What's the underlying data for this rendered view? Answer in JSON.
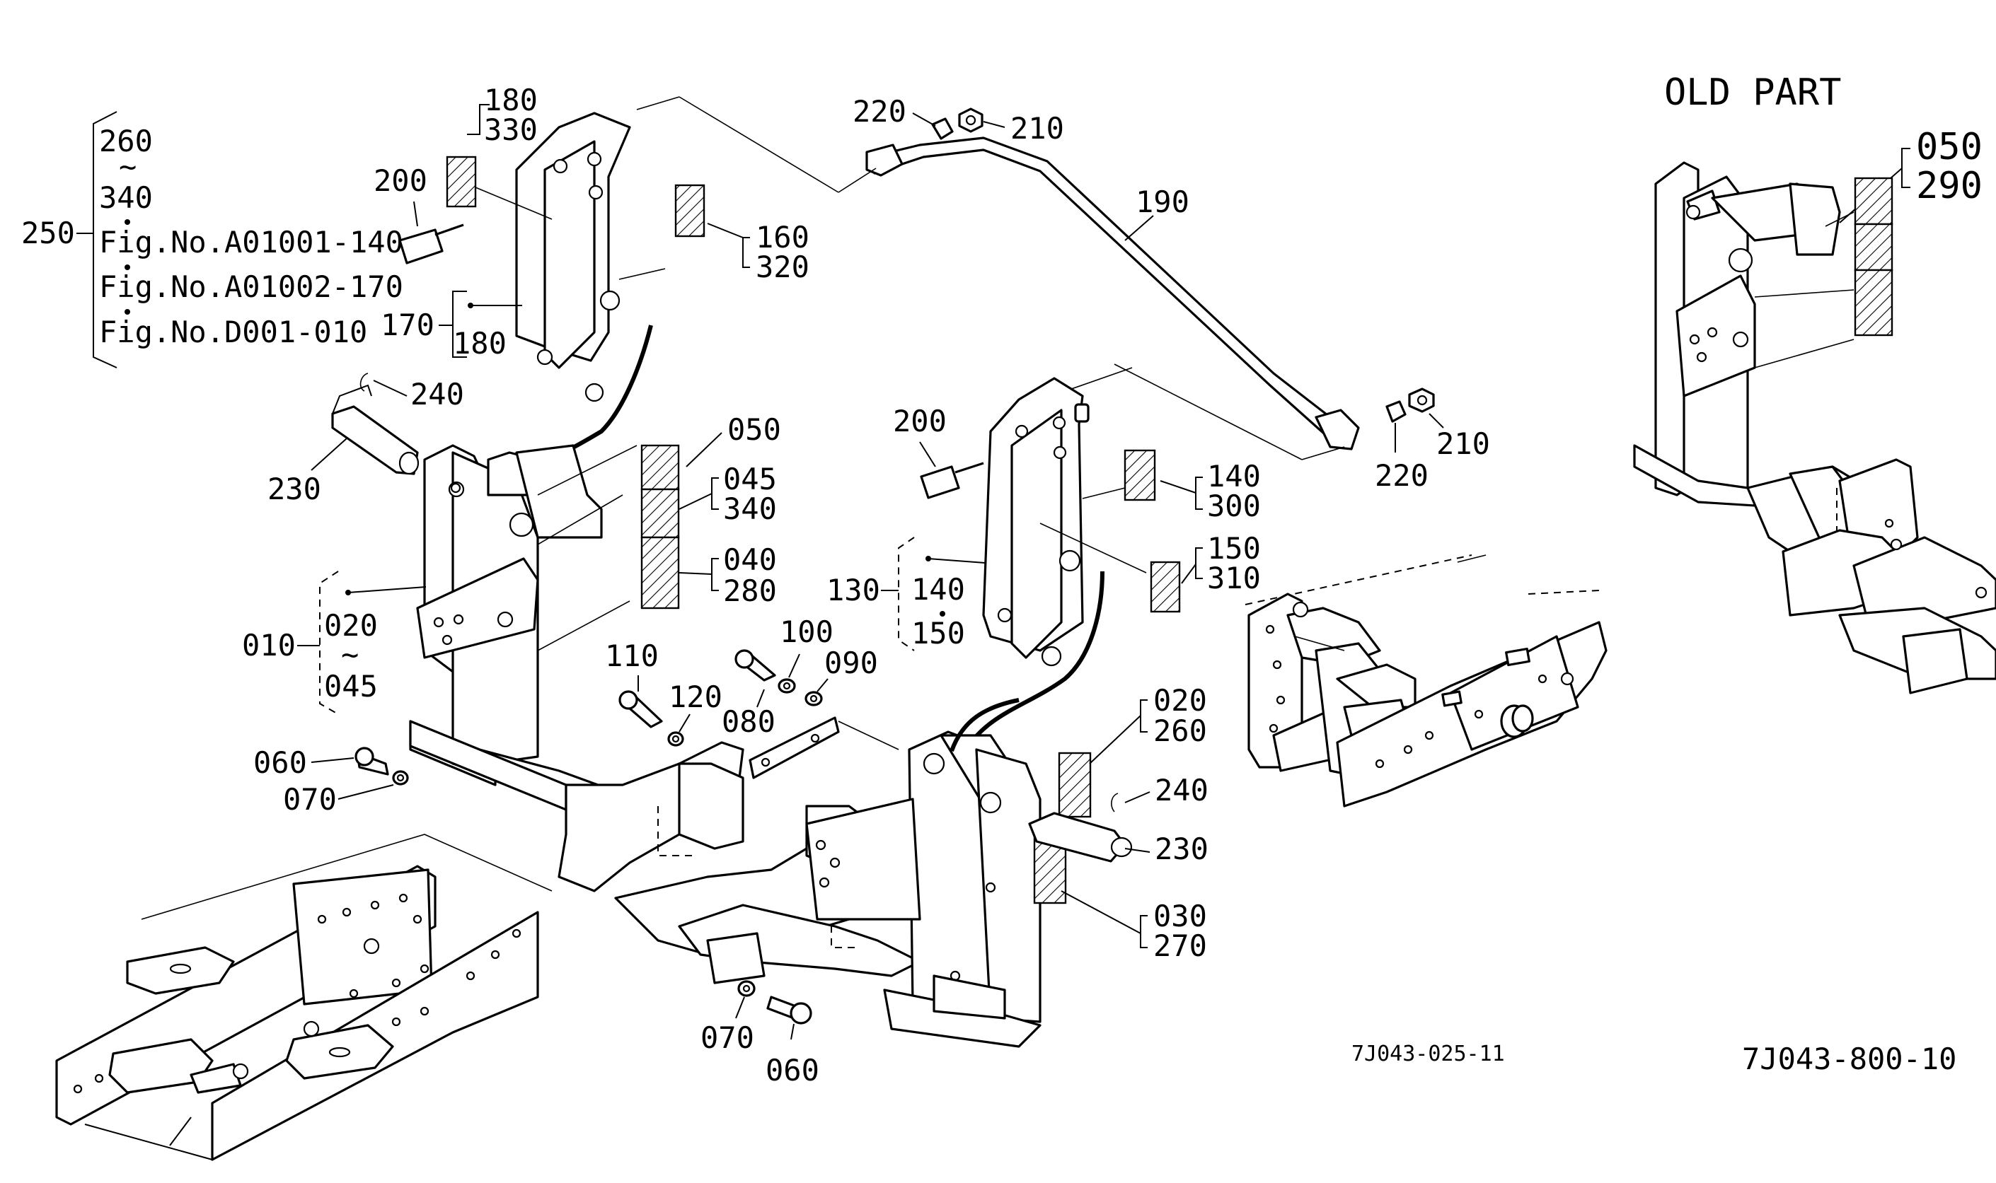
{
  "callouts": {
    "c180a": "180",
    "c330": "330",
    "c200a": "200",
    "c170": "170",
    "c180b": "180",
    "c160": "160",
    "c320": "320",
    "c220a": "220",
    "c210a": "210",
    "c190": "190",
    "c240a": "240",
    "c230a": "230",
    "c050": "050",
    "c045": "045",
    "c340": "340",
    "c040": "040",
    "c280": "280",
    "c010": "010",
    "c020a": "020",
    "c045b": "045",
    "c200b": "200",
    "c140a": "140",
    "c300": "300",
    "c130": "130",
    "c140b": "140",
    "c150b": "150",
    "c150a": "150",
    "c310": "310",
    "c220b": "220",
    "c210b": "210",
    "c110": "110",
    "c120": "120",
    "c100": "100",
    "c090": "090",
    "c080": "080",
    "c060a": "060",
    "c070a": "070",
    "c020b": "020",
    "c260b": "260",
    "c240b": "240",
    "c230b": "230",
    "c030": "030",
    "c270": "270",
    "c070b": "070",
    "c060b": "060"
  },
  "group250": {
    "label": "250",
    "lines": [
      "260",
      "~",
      "340",
      "Fig.No.A01001-140",
      "Fig.No.A01002-170",
      "Fig.No.D001-010"
    ]
  },
  "group010_tilde": "~",
  "old_part": {
    "title": "OLD PART",
    "c050": "050",
    "c290": "290"
  },
  "figure_codes": {
    "main": "7J043-025-11",
    "old": "7J043-800-10"
  }
}
